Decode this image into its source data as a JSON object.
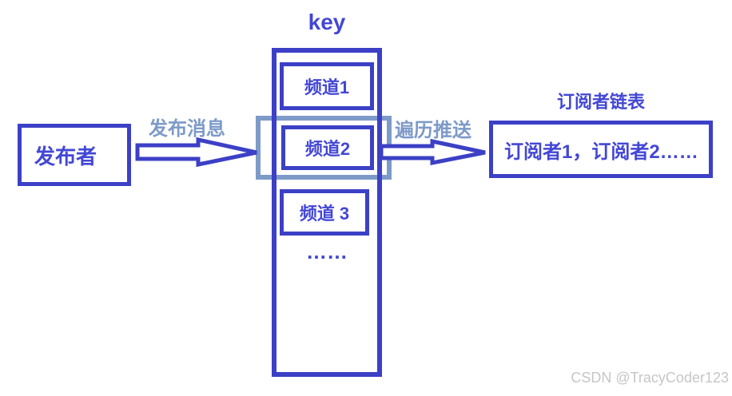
{
  "diagram": {
    "key_label": "key",
    "publisher_label": "发布者",
    "publish_arrow_label": "发布消息",
    "push_arrow_label": "遍历推送",
    "channels": [
      {
        "label": "频道1"
      },
      {
        "label": "频道2"
      },
      {
        "label": "频道 3"
      }
    ],
    "more_channels_ellipsis": "……",
    "subscriber_title": "订阅者链表",
    "subscriber_list_label": "订阅者1，订阅者2……",
    "colors": {
      "primary_blue": "#3c40c6",
      "text_blue": "#4347d4",
      "highlight_blue": "#7d9ac8",
      "watermark_gray": "#c6c6c6"
    }
  },
  "watermark": "CSDN @TracyCoder123"
}
